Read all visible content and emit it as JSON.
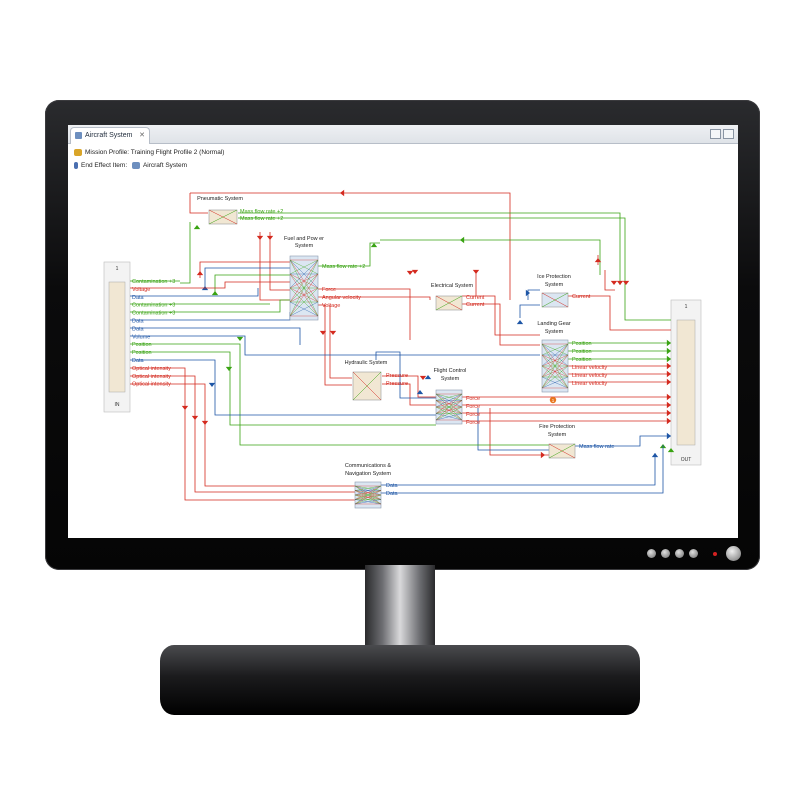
{
  "window": {
    "tab_title": "Aircraft System",
    "tab_close": "✕",
    "mission_profile": "Mission Profile: Training Flight Profile 2 (Normal)",
    "end_effect_label": "End Effect Item:",
    "end_effect_value": "Aircraft System"
  },
  "colors": {
    "red": "#d42a1f",
    "green": "#39a312",
    "blue": "#1e56a6",
    "darkred": "#b0201a"
  },
  "diagram": {
    "in_block": {
      "number": "1",
      "label": "IN"
    },
    "out_block": {
      "number": "1",
      "label": "OUT"
    },
    "in_ports": [
      {
        "text": "Contamination +3",
        "color": "green"
      },
      {
        "text": "Voltage",
        "color": "red"
      },
      {
        "text": "Data",
        "color": "blue"
      },
      {
        "text": "Contamination +3",
        "color": "green"
      },
      {
        "text": "Contamination +3",
        "color": "green"
      },
      {
        "text": "Data",
        "color": "blue"
      },
      {
        "text": "Data",
        "color": "blue"
      },
      {
        "text": "Volume",
        "color": "blue"
      },
      {
        "text": "Position",
        "color": "green"
      },
      {
        "text": "Position",
        "color": "green"
      },
      {
        "text": "Data",
        "color": "blue"
      },
      {
        "text": "Optical intensity",
        "color": "red"
      },
      {
        "text": "Optical intensity",
        "color": "red"
      },
      {
        "text": "Optical intensity",
        "color": "red"
      }
    ],
    "systems": {
      "pneumatic": {
        "title": "Pneumatic System",
        "outputs": [
          {
            "text": "Mass flow rate +2",
            "color": "green"
          },
          {
            "text": "Mass flow rate +2",
            "color": "green"
          }
        ]
      },
      "fuel": {
        "title1": "Fuel and Pow er",
        "title2": "System",
        "outputs": [
          {
            "text": "Mass flow rate +2",
            "color": "green"
          },
          {
            "text": "Force",
            "color": "red"
          },
          {
            "text": "Angular velocity",
            "color": "red"
          },
          {
            "text": "Voltage",
            "color": "red"
          }
        ]
      },
      "electrical": {
        "title": "Electrical System",
        "outputs": [
          {
            "text": "Current",
            "color": "red"
          },
          {
            "text": "Current",
            "color": "red"
          }
        ]
      },
      "ice": {
        "title1": "Ice Protection",
        "title2": "System",
        "outputs": [
          {
            "text": "Current",
            "color": "red"
          }
        ]
      },
      "landing": {
        "title1": "Landing Gear",
        "title2": "System",
        "outputs": [
          {
            "text": "Position",
            "color": "green"
          },
          {
            "text": "Position",
            "color": "green"
          },
          {
            "text": "Position",
            "color": "green"
          },
          {
            "text": "Linear velocity",
            "color": "red"
          },
          {
            "text": "Linear velocity",
            "color": "red"
          },
          {
            "text": "Linear velocity",
            "color": "red"
          }
        ]
      },
      "hydraulic": {
        "title": "Hydraulic System",
        "outputs": [
          {
            "text": "Pressure",
            "color": "red"
          },
          {
            "text": "Pressure",
            "color": "red"
          }
        ]
      },
      "flight": {
        "title1": "Flight Control",
        "title2": "System",
        "outputs": [
          {
            "text": "Force",
            "color": "red"
          },
          {
            "text": "Force",
            "color": "red"
          },
          {
            "text": "Force",
            "color": "red"
          },
          {
            "text": "Force",
            "color": "red"
          }
        ]
      },
      "fire": {
        "title1": "Fire Protection",
        "title2": "System",
        "outputs": [
          {
            "text": "Mass flow rate",
            "color": "blue"
          }
        ]
      },
      "comms": {
        "title1": "Communications &",
        "title2": "Navigation System",
        "outputs": [
          {
            "text": "Data",
            "color": "blue"
          },
          {
            "text": "Data",
            "color": "blue"
          }
        ]
      }
    },
    "badge": "1"
  }
}
